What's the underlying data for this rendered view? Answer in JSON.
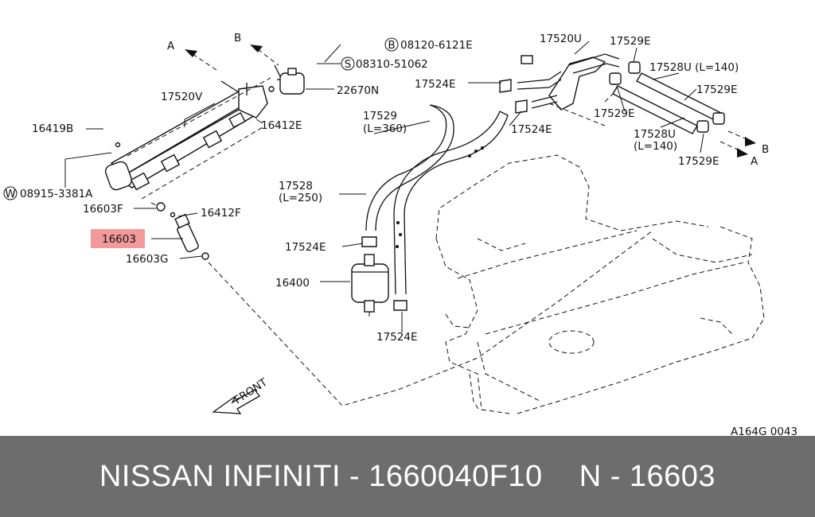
{
  "labels": {
    "dir_a_top": "A",
    "dir_b_top": "B",
    "bolt_b": "08120-6121E",
    "part_17520u": "17520U",
    "part_17529e_1": "17529E",
    "part_17528u_top": "17528U (L=140)",
    "bolt_s": "08310-51062",
    "part_22670n": "22670N",
    "part_17524e_1": "17524E",
    "part_17529e_2": "17529E",
    "part_17520v": "17520V",
    "part_17529": "17529",
    "part_17529_len": "(L=360)",
    "part_17524e_2": "17524E",
    "part_17529e_3": "17529E",
    "part_16419b": "16419B",
    "part_16412e": "16412E",
    "part_17528u_b": "17528U",
    "part_17528u_b_len": "(L=140)",
    "part_17529e_4": "17529E",
    "dir_b_right": "B",
    "dir_a_right": "A",
    "washer_w": "08915-3381A",
    "part_17528": "17528",
    "part_17528_len": "(L=250)",
    "part_16603f": "16603F",
    "part_16412f": "16412F",
    "part_16603": "16603",
    "part_17524e_3": "17524E",
    "part_16603g": "16603G",
    "part_16400": "16400",
    "part_17524e_4": "17524E",
    "front": "FRONT",
    "ref_code": "A164G 0043"
  },
  "badges": {
    "b": "B",
    "s": "S",
    "w": "W"
  },
  "highlight_color": "#f29999",
  "footer": {
    "brand": "NISSAN  INFINITI - 1660040F10",
    "part": "N - 16603"
  }
}
